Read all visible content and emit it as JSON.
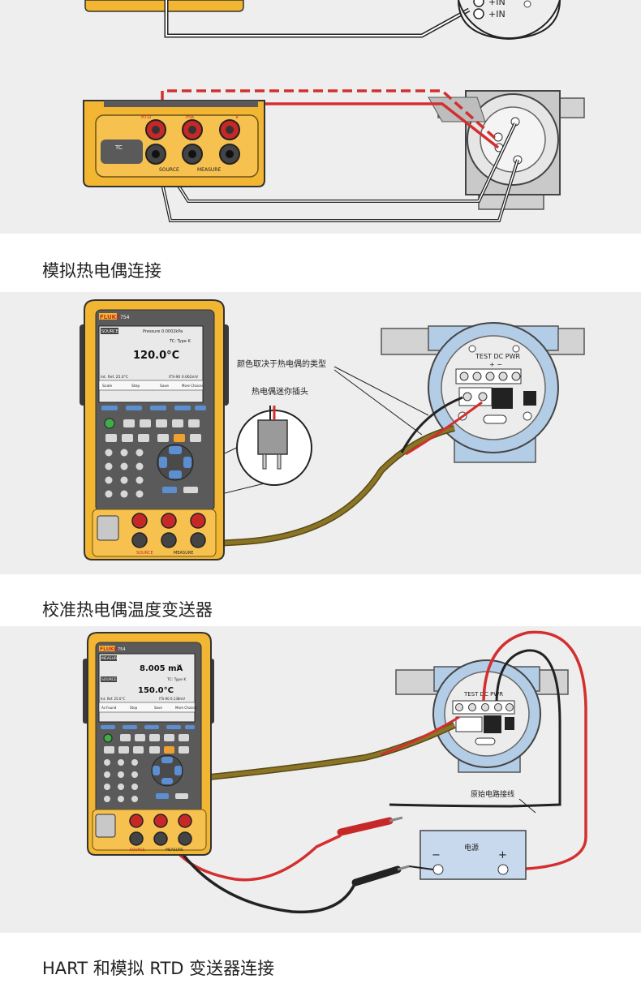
{
  "sections": [
    {
      "title": "模拟热电偶连接"
    },
    {
      "title": "校准热电偶温度变送器"
    },
    {
      "title": "HART 和模拟 RTD 变送器连接"
    }
  ],
  "panel_top": {
    "terminal_labels": [
      "+IN",
      "+IN"
    ],
    "jack_labels": [
      "RTD",
      "mA",
      "V",
      "SOURCE",
      "MEASURE",
      "TC"
    ]
  },
  "panel_tc_sim": {
    "brand": "FLUKE",
    "model": "754",
    "screen": {
      "top_left": "SOURCE",
      "top_right": "Pressure 0.0002kPa",
      "type_line": "TC: Type K",
      "main_value": "120.0°C",
      "status_left": "Int. Ref. 25.0°C",
      "status_right": "ITS-90 0.062mV",
      "softkeys": [
        "Scale",
        "Step",
        "Save",
        "More Choices"
      ]
    },
    "transmitter_label": "TEST DC PWR",
    "transmitter_pins": "+ −",
    "callouts": [
      "颜色取决于热电偶的类型",
      "热电偶迷你插头"
    ],
    "jack_labels": [
      "SOURCE",
      "MEASURE"
    ]
  },
  "panel_tc_cal": {
    "brand": "FLUKE",
    "model": "754",
    "screen": {
      "top_left": "MEASURE",
      "value1": "8.005 mA",
      "value1_unit": "DC",
      "mid_left": "SOURCE",
      "type_line": "TC: Type K",
      "value2": "150.0°C",
      "status_left": "Int. Ref. 25.0°C",
      "status_right": "ITS-90 6.138mV",
      "softkeys": [
        "As Found",
        "Step",
        "Save",
        "More Choices"
      ]
    },
    "transmitter_label": "TEST DC PWR",
    "callouts": [
      "原始电路接线"
    ],
    "psu": {
      "label": "电源",
      "minus": "−",
      "plus": "+"
    },
    "jack_labels": [
      "SOURCE",
      "MEASURE"
    ]
  },
  "colors": {
    "panel_bg": "#eeeeee",
    "calibrator_yellow": "#f2b632",
    "calibrator_dark": "#5a5a5a",
    "screen_bg": "#e9e9e9",
    "wire_red": "#d32f2f",
    "wire_black": "#222222",
    "tc_cable": "#8a7426",
    "transmitter_blue": "#b3cde6",
    "transmitter_gray": "#c8c8c8",
    "pipe_gray": "#d3d3d3"
  }
}
